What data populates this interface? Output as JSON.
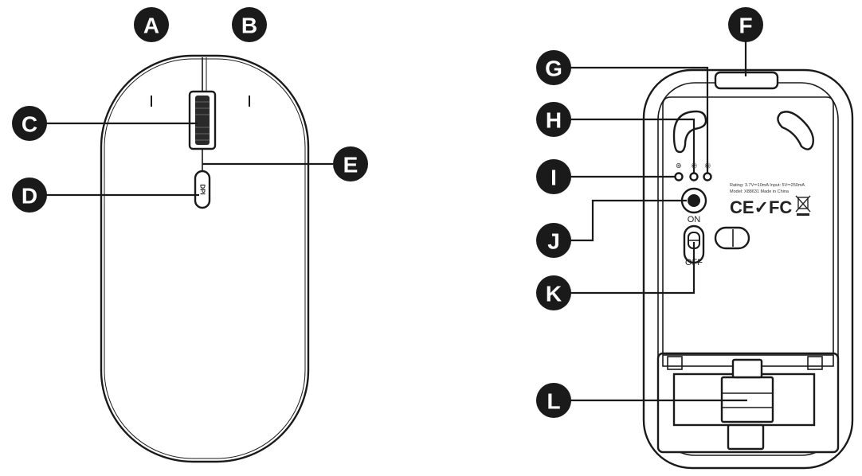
{
  "labels": {
    "A": "A",
    "B": "B",
    "C": "C",
    "D": "D",
    "E": "E",
    "F": "F",
    "G": "G",
    "H": "H",
    "I": "I",
    "J": "J",
    "K": "K",
    "L": "L"
  },
  "top_view": {
    "dpi_button_text": "DPI"
  },
  "bottom_view": {
    "led_labels": [
      "⊛",
      "①",
      "②"
    ],
    "switch_on": "ON",
    "switch_off": "OFF",
    "rating_line": "Rating: 3.7V⎓10mA  Input: 5V⎓250mA",
    "model_line": "Model: X88631    Made in China",
    "certifications": "CE✓FC"
  }
}
